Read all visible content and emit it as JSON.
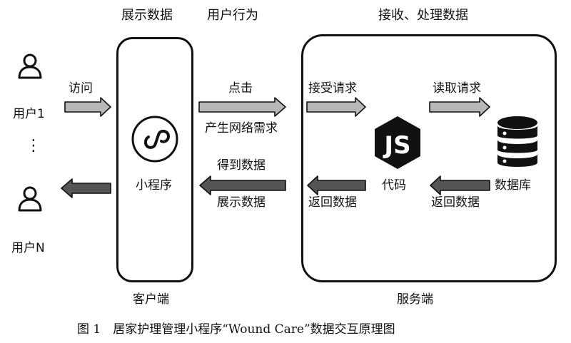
{
  "headers": {
    "display_data": "展示数据",
    "user_behavior": "用户行为",
    "receive_process": "接收、处理数据"
  },
  "users": {
    "user1": "用户1",
    "ellipsis": "⋮",
    "userN": "用户N"
  },
  "client": {
    "mini_program": "小程序",
    "footer": "客户端"
  },
  "server": {
    "code": "代码",
    "database": "数据库",
    "footer": "服务端"
  },
  "arrows": {
    "visit": "访问",
    "click": "点击",
    "network_request": "产生网络需求",
    "receive_request": "接受请求",
    "read_request": "读取请求",
    "get_data": "得到数据",
    "show_data": "展示数据",
    "return_data_code": "返回数据",
    "return_data_db": "返回数据"
  },
  "caption": "图 1　居家护理管理小程序“Wound Care”数据交互原理图",
  "colors": {
    "light_arrow": "#b8b8b8",
    "dark_arrow": "#555555",
    "stroke": "#111111"
  },
  "icons": [
    "person-icon",
    "mini-program-logo-icon",
    "nodejs-logo-icon",
    "database-icon"
  ]
}
